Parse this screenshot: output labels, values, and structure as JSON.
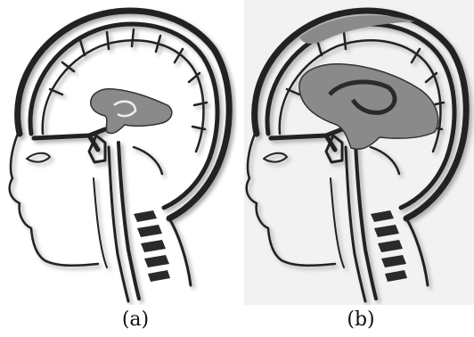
{
  "figure": {
    "panels": [
      {
        "id": "a",
        "caption": "(a)"
      },
      {
        "id": "b",
        "caption": "(b)"
      }
    ],
    "colors": {
      "background": "#ffffff",
      "outline": "#222222",
      "ventricle_fill": "#8a8a8a",
      "shadow": "#bdbdbd",
      "panel_b_tint": "#f2f2f2"
    },
    "description_note": "",
    "annotations": []
  }
}
